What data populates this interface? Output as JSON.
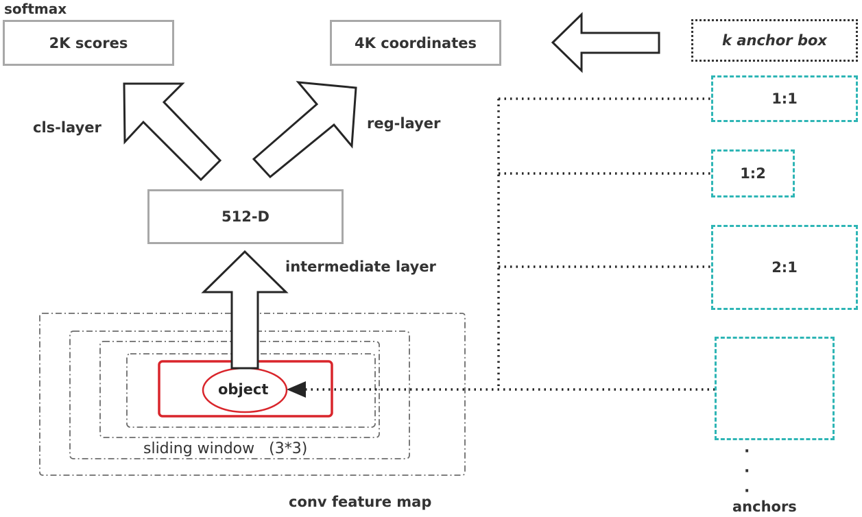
{
  "title_top_left": "softmax",
  "boxes": {
    "scores": "2K scores",
    "coordinates": "4K coordinates",
    "intermediate": "512-D",
    "k_anchor": "k anchor box"
  },
  "layer_labels": {
    "cls": "cls-layer",
    "reg": "reg-layer",
    "intermediate": "intermediate layer"
  },
  "feature_map": {
    "object_label": "object",
    "sliding_window": "sliding window   (3*3)",
    "caption": "conv feature map"
  },
  "anchors": {
    "ratios": [
      "1:1",
      "1:2",
      "2:1",
      ""
    ],
    "ellipsis": "·",
    "caption": "anchors"
  },
  "colors": {
    "anchor_border": "#2eb5b5",
    "object_red": "#d9252b",
    "box_border": "#a8a8a8",
    "stroke": "#262626"
  }
}
